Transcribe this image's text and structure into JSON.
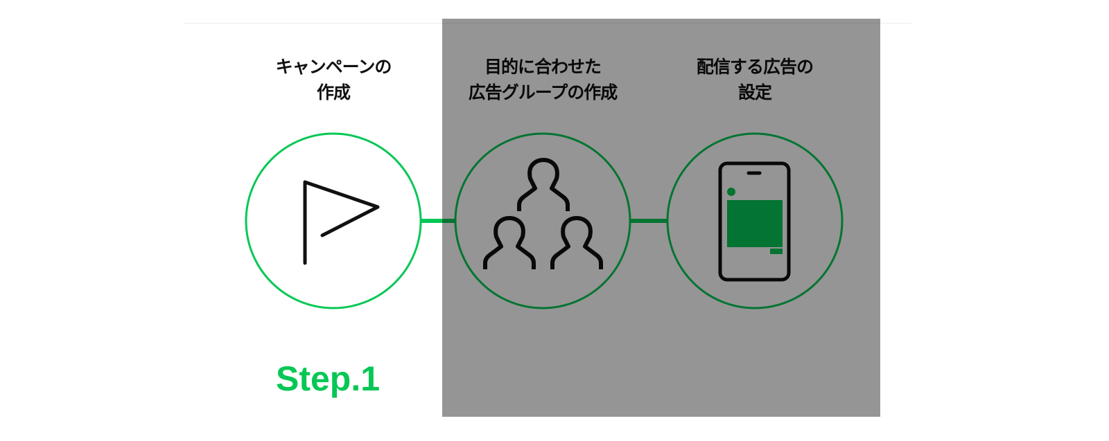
{
  "steps": [
    {
      "title_line1": "キャンペーンの",
      "title_line2": "作成",
      "icon": "flag-icon"
    },
    {
      "title_line1": "目的に合わせた",
      "title_line2": "広告グループの作成",
      "icon": "people-group-icon"
    },
    {
      "title_line1": "配信する広告の",
      "title_line2": "設定",
      "icon": "smartphone-icon"
    }
  ],
  "current_step_label": "Step.1",
  "colors": {
    "accent": "#06C755",
    "icon": "#111111",
    "overlay": "rgba(0,0,0,0.415)"
  }
}
